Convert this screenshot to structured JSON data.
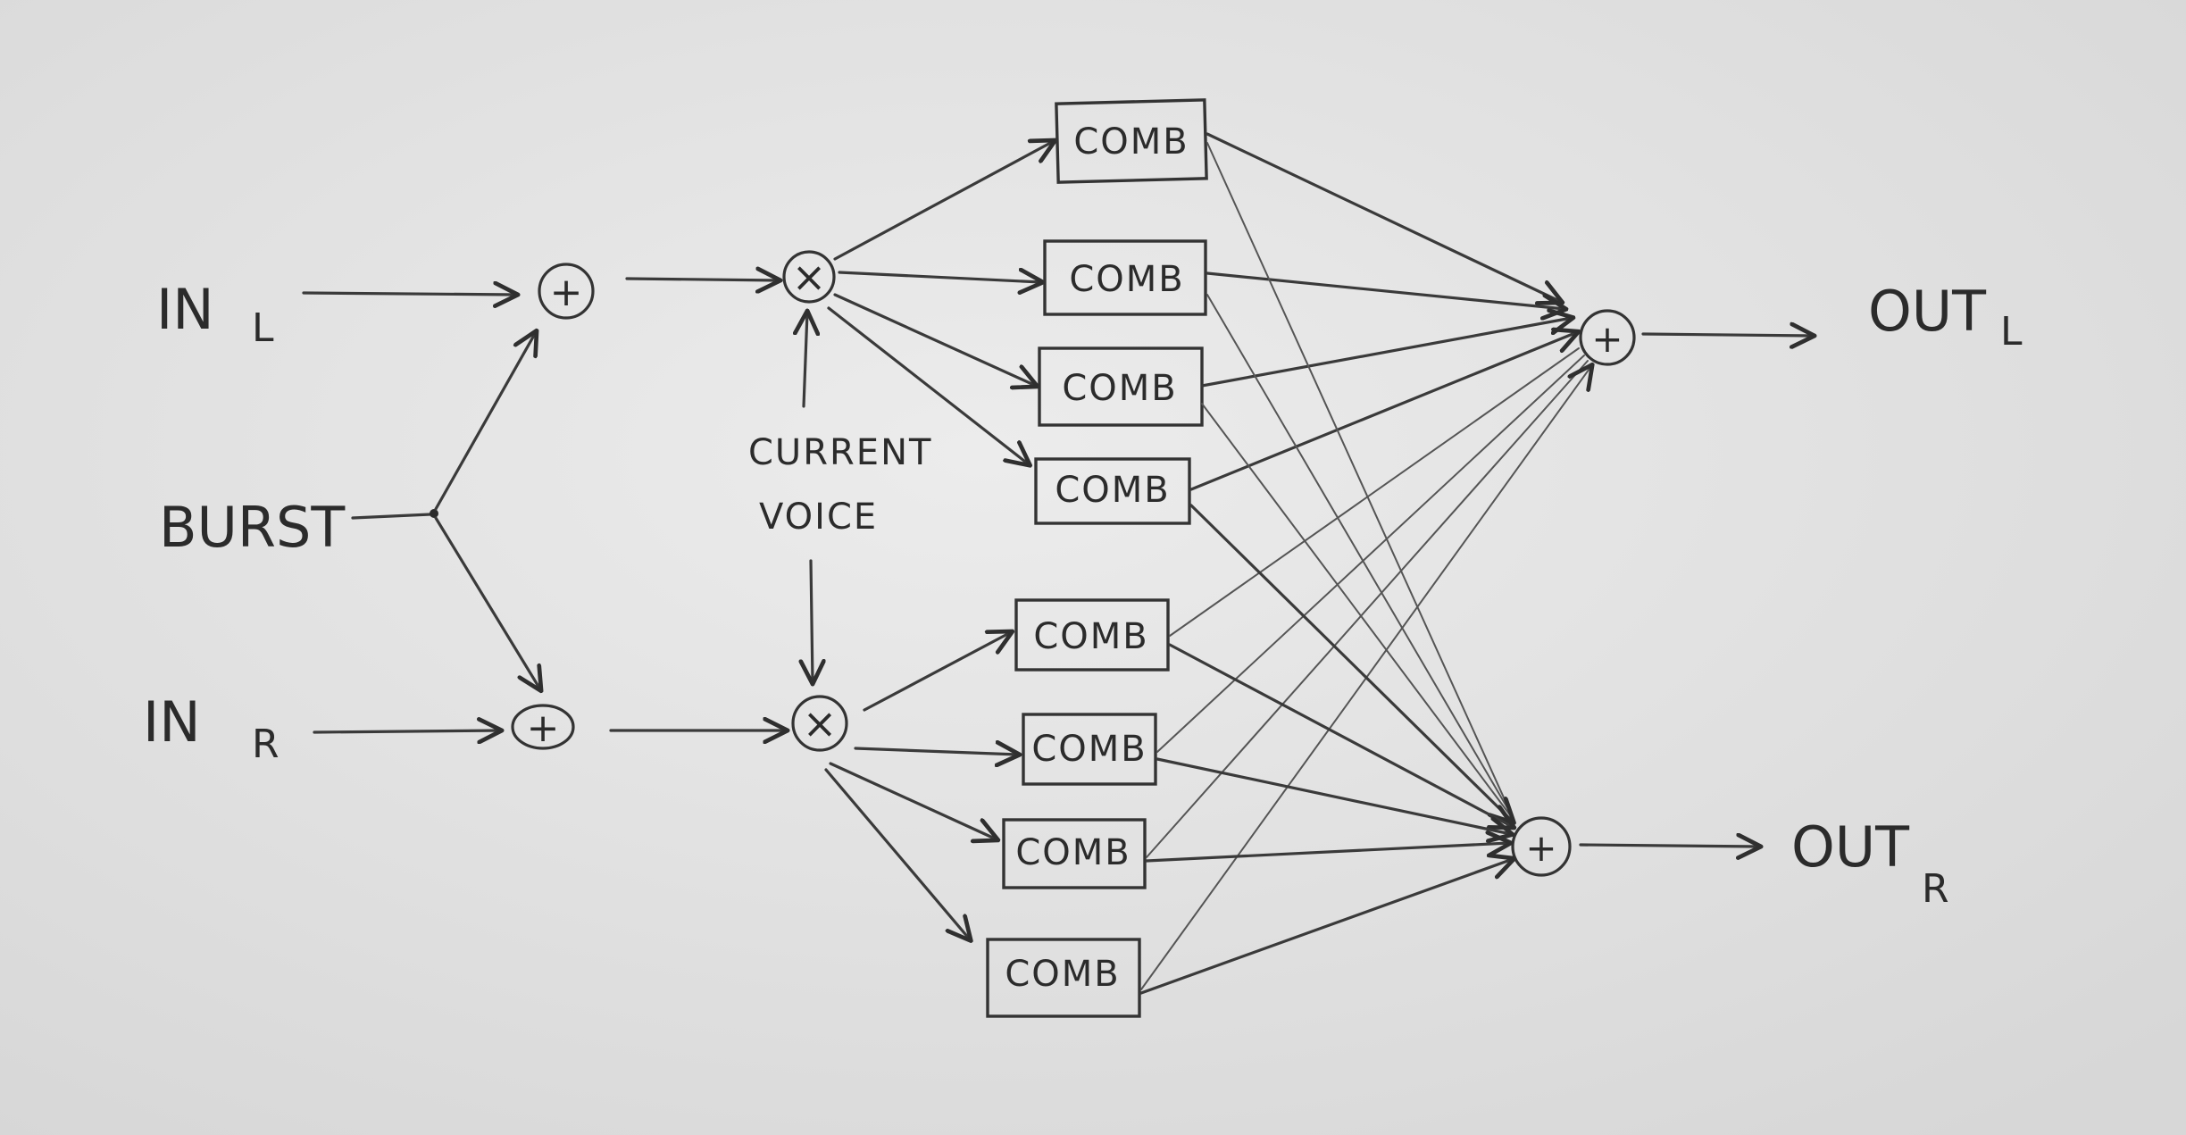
{
  "inputs": {
    "in_l": {
      "main": "IN",
      "sub": "L"
    },
    "in_r": {
      "main": "IN",
      "sub": "R"
    },
    "burst": "BURST"
  },
  "outputs": {
    "out_l": {
      "main": "OUT",
      "sub": "L"
    },
    "out_r": {
      "main": "OUT",
      "sub": "R"
    }
  },
  "control": {
    "line1": "CURRENT",
    "line2": "VOICE"
  },
  "symbols": {
    "sum": "+",
    "multiply": "×"
  },
  "combs": {
    "left": [
      "COMB",
      "COMB",
      "COMB",
      "COMB"
    ],
    "right": [
      "COMB",
      "COMB",
      "COMB",
      "COMB"
    ]
  },
  "colors": {
    "paper": "#e4e4e4",
    "pencil": "#2b2b2b"
  }
}
